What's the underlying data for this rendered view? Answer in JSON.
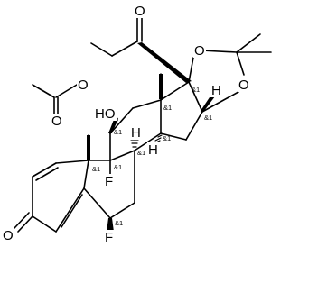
{
  "atoms": {
    "o_acetate_ester": "O",
    "o_acetate_carbonyl": "O",
    "o_ketone_c20": "O",
    "o_ring_upper": "O",
    "o_ring_lower": "O",
    "o_hydroxyl": "HO",
    "h_c16": "H",
    "h_c8": "H",
    "h_c14": "H",
    "f_c9": "F",
    "f_c6": "F",
    "o_ketone_c3": "O"
  },
  "stereo_labels": {
    "c11": "&1",
    "c13": "&1",
    "c17": "&1",
    "c16": "&1",
    "c8": "&1",
    "c9": "&1",
    "c10": "&1",
    "c14": "&1",
    "c6": "&1"
  }
}
